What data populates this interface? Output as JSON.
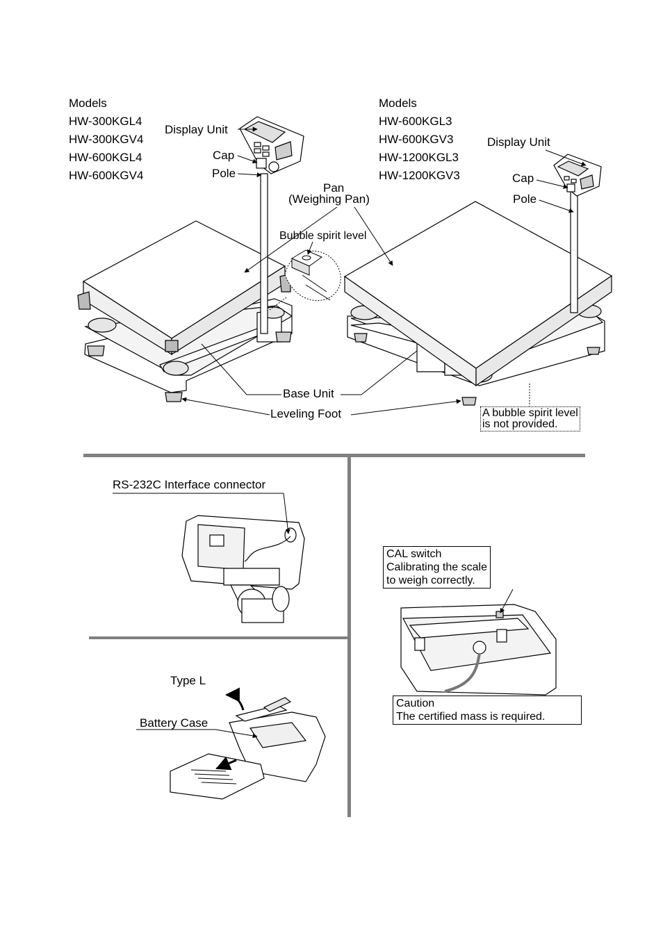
{
  "left_models": {
    "heading": "Models",
    "items": [
      "HW-300KGL4",
      "HW-300KGV4",
      "HW-600KGL4",
      "HW-600KGV4"
    ]
  },
  "right_models": {
    "heading": "Models",
    "items": [
      "HW-600KGL3",
      "HW-600KGV3",
      "HW-1200KGL3",
      "HW-1200KGV3"
    ]
  },
  "labels": {
    "display_unit_left": "Display Unit",
    "cap_left": "Cap",
    "pole_left": "Pole",
    "pan": "Pan",
    "weighing_pan": "(Weighing Pan)",
    "bubble_spirit_level": "Bubble spirit level",
    "display_unit_right": "Display Unit",
    "cap_right": "Cap",
    "pole_right": "Pole",
    "base_unit": "Base Unit",
    "leveling_foot": "Leveling Foot",
    "no_bubble_line1": "A bubble spirit level",
    "no_bubble_line2": "is not provided."
  },
  "rs232": {
    "title": "RS-232C Interface connector"
  },
  "battery": {
    "type_label": "Type L",
    "case_label": "Battery Case"
  },
  "cal": {
    "line1": "CAL switch",
    "line2": "Calibrating the scale",
    "line3": "to weigh correctly."
  },
  "caution": {
    "title": "Caution",
    "text": "The certified mass is required."
  }
}
